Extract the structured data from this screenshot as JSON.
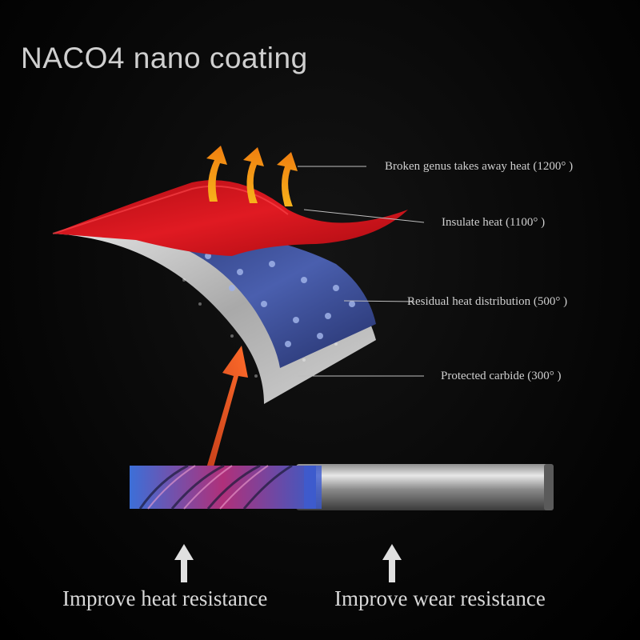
{
  "title": "NACO4 nano coating",
  "layers": [
    {
      "label": "Broken genus takes away heat (1200° )"
    },
    {
      "label": "Insulate heat (1100° )"
    },
    {
      "label": "Residual heat distribution (500° )"
    },
    {
      "label": "Protected carbide (300° )"
    }
  ],
  "bottom": {
    "left_label": "Improve heat resistance",
    "right_label": "Improve wear resistance"
  },
  "colors": {
    "heat_arrow": "#f6a21d",
    "red_layer": "#d5141c",
    "blue_layer": "#3a4a8e",
    "carbide_layer": "#b9b9b9",
    "pointer_arrow": "#ef5a24",
    "background": "#000000"
  }
}
